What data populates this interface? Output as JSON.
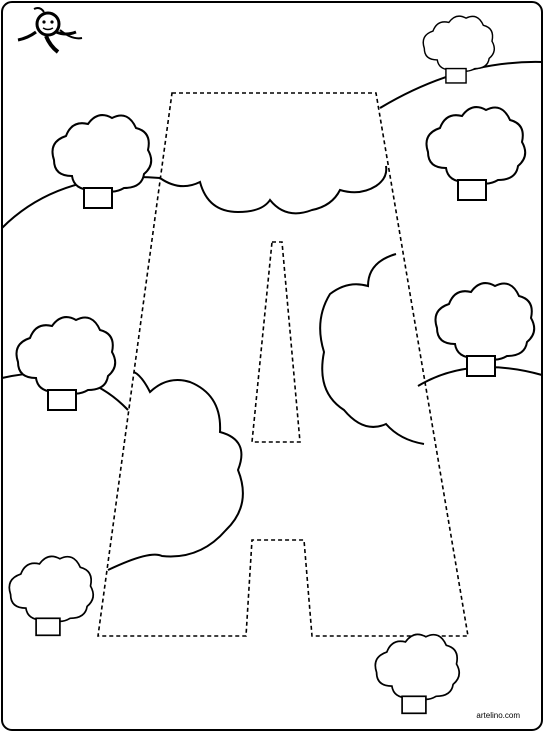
{
  "credit": {
    "text": "artelino.com"
  },
  "colors": {
    "ink": "#000000",
    "paper": "#ffffff"
  },
  "worksheet": {
    "letter": "A",
    "style": "dotted-trace"
  }
}
